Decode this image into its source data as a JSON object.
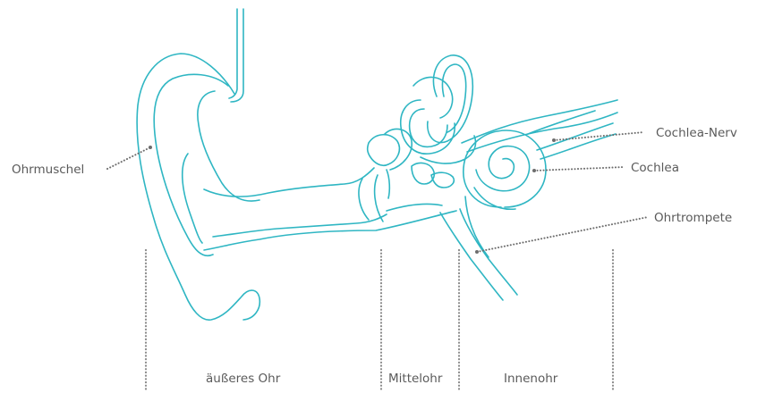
{
  "labels": {
    "ohrmuschel": "Ohrmuschel",
    "cochlea_nerv": "Cochlea-Nerv",
    "cochlea": "Cochlea",
    "ohrtrompete": "Ohrtrompete"
  },
  "regions": {
    "outer_ear": "äußeres Ohr",
    "middle_ear": "Mittelohr",
    "inner_ear": "Innenohr"
  },
  "colors": {
    "line": "#2fb6c3",
    "text": "#5a5a5a",
    "leader": "#6d6d6d"
  }
}
